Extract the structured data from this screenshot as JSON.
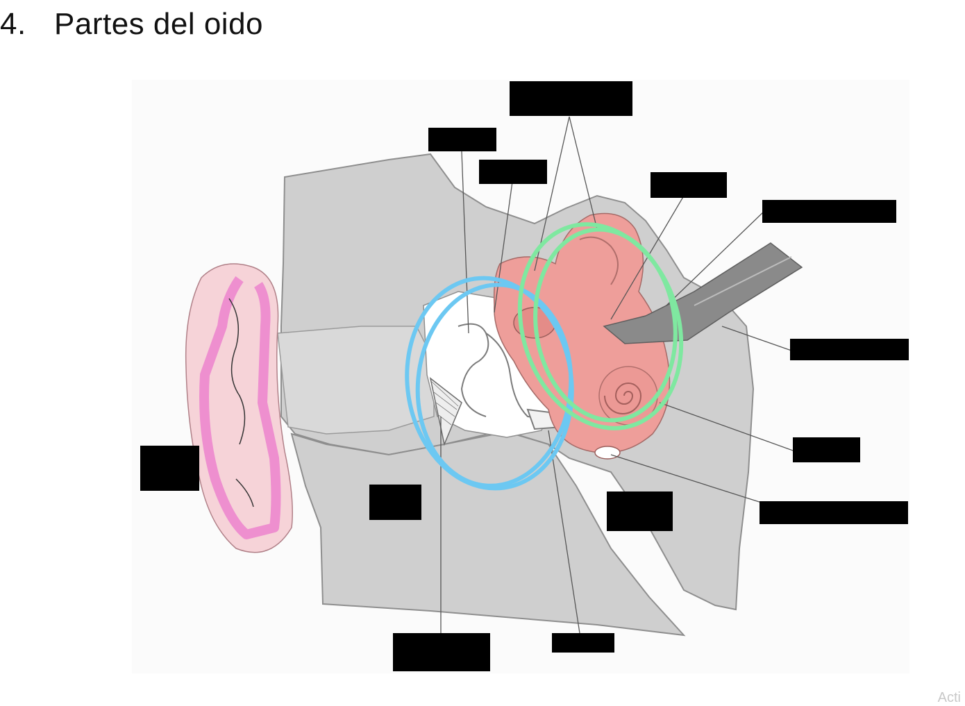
{
  "heading": {
    "number": "4.",
    "title": "Partes del oido"
  },
  "colors": {
    "background": "#ffffff",
    "tissue_gray": "#cfcfcf",
    "tissue_outline": "#8e8e8e",
    "outer_ear_fill": "#f6d3d8",
    "outer_ear_highlight": "#ee8fcf",
    "inner_ear_fill": "#ee9e9a",
    "middle_ear_circle": "#6cc8f2",
    "inner_ear_circle": "#7fe8a0",
    "nerve_gray": "#8a8a8a",
    "label_box": "#000000"
  },
  "redacted_label_count": 13,
  "watermark": "Acti"
}
